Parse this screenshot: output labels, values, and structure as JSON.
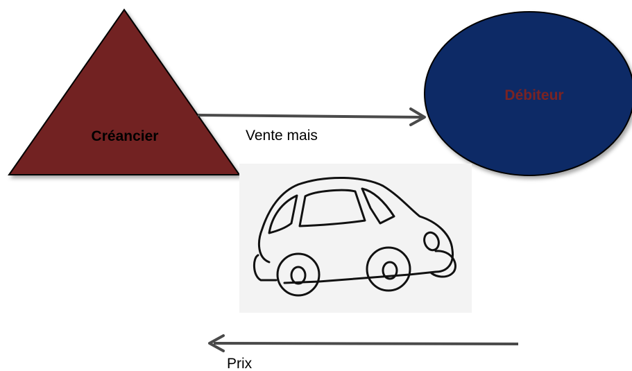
{
  "nodes": {
    "creancier": {
      "label": "Créancier",
      "fill": "#722021"
    },
    "debiteur": {
      "label": "Débiteur",
      "fill": "#0c2a66"
    }
  },
  "edges": {
    "sale": {
      "label": "Vente mais"
    },
    "price": {
      "label": "Prix"
    }
  },
  "illustration": {
    "icon": "car-icon"
  },
  "colors": {
    "arrow": "#4a4a4a",
    "outline": "#000000",
    "panel": "#f3f3f3",
    "debiteur_text": "#7a2323",
    "creancier_text": "#000000"
  }
}
